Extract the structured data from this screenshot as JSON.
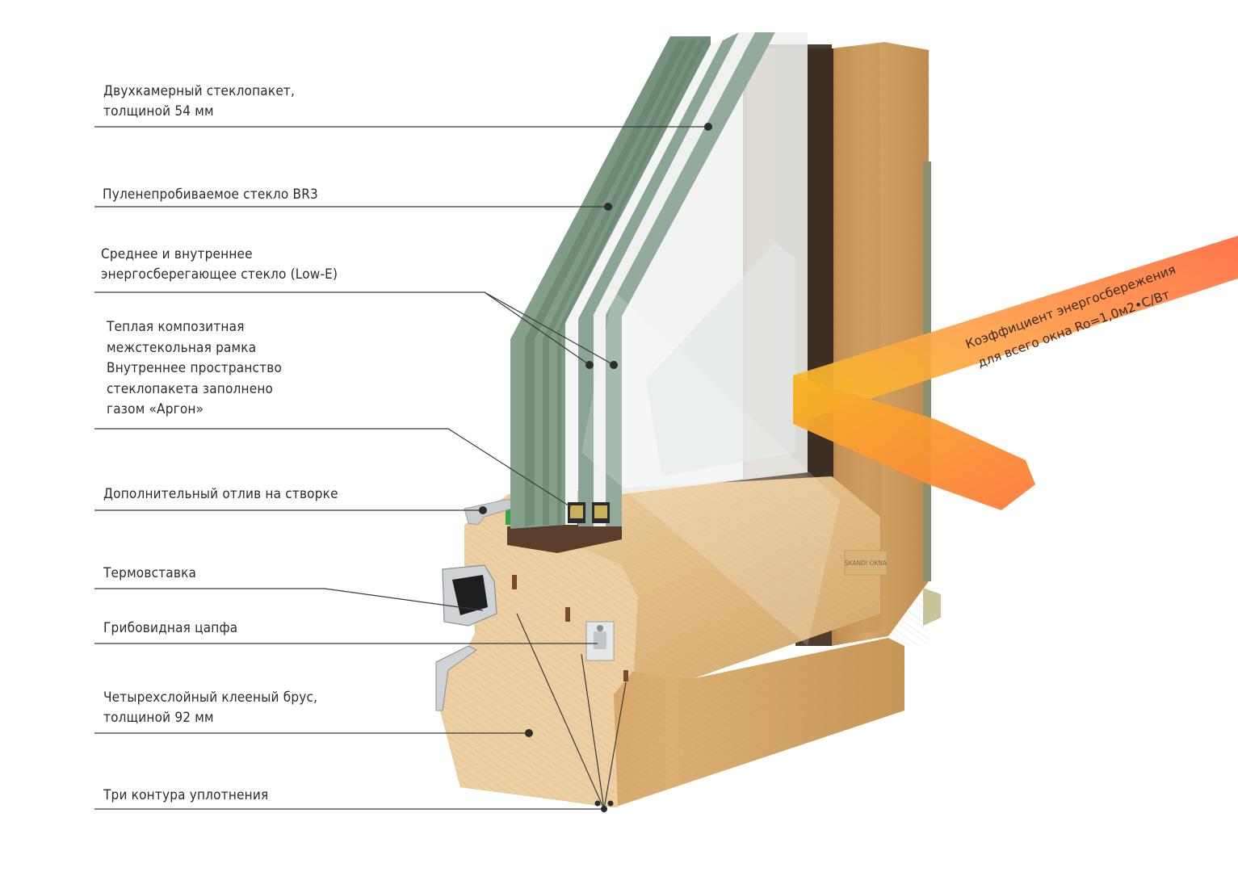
{
  "labels": {
    "glass_unit": [
      "Двухкамерный стеклопакет,",
      "толщиной 54 мм"
    ],
    "bulletproof": [
      "Пуленепробиваемое стекло BR3"
    ],
    "low_e": [
      "Среднее и внутреннее",
      "энергосберегающее стекло (Low-E)"
    ],
    "spacer": [
      "Теплая композитная",
      "межстекольная рамка",
      "Внутреннее пространство",
      "стеклопакета заполнено",
      "газом «Аргон»"
    ],
    "drip": [
      "Дополнительный отлив на створке"
    ],
    "thermal_insert": [
      "Термовставка"
    ],
    "mushroom_pin": [
      "Грибовидная цапфа"
    ],
    "laminated_beam": [
      "Четырехслойный клееный брус,",
      "толщиной 92 мм"
    ],
    "seals": [
      "Три контура уплотнения"
    ]
  },
  "energy_banner": [
    "Коэффициент энергосбережения",
    "для всего окна Ro=1,0м2•С/Вт"
  ],
  "brand_badge": "SKANDI OKNA",
  "colors": {
    "glass_outer": "#7f9d87",
    "glass_edge": "#5f7d68",
    "glass_inner": "#a7b8ac",
    "wood_light": "#e7c795",
    "wood_mid": "#d9b27a",
    "wood_dark": "#b88d55",
    "frame_brown": "#4e3c2c",
    "aluminium": "#c8ccce",
    "arrow_start": "#f5b81e",
    "arrow_end": "#ff6a3a",
    "text": "#2b2b2b",
    "line": "#3a3a3a"
  }
}
